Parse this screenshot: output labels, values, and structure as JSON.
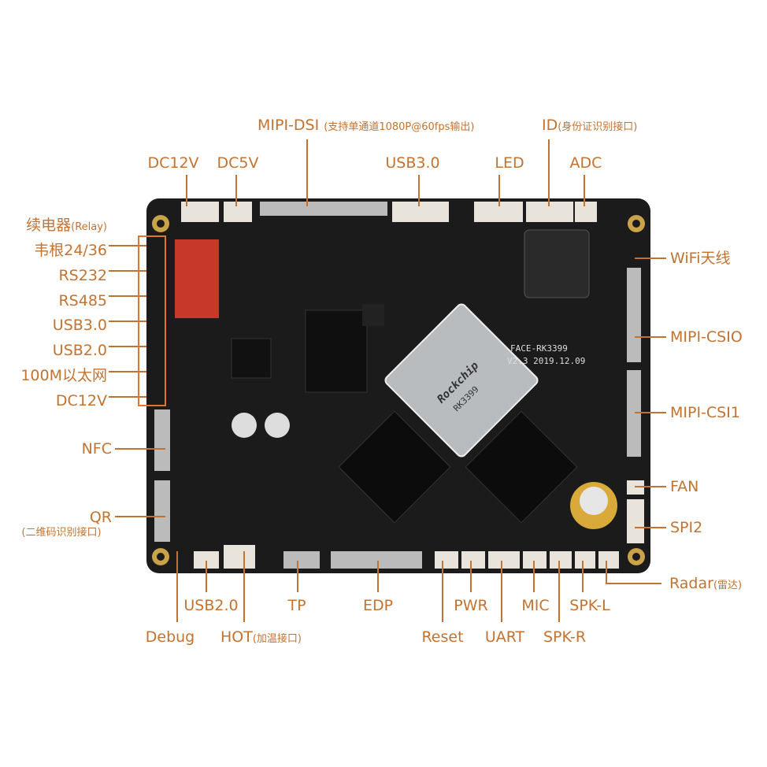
{
  "top_labels": {
    "mipi_dsi": "MIPI-DSI",
    "mipi_dsi_note": "(支持单通道1080P@60fps输出)",
    "id": "ID",
    "id_note": "(身份证识别接口)",
    "dc12v": "DC12V",
    "dc5v": "DC5V",
    "usb30": "USB3.0",
    "led": "LED",
    "adc": "ADC"
  },
  "left_labels": {
    "relay": "续电器",
    "relay_note": "(Relay)",
    "wiegand": "韦根24/36",
    "rs232": "RS232",
    "rs485": "RS485",
    "usb30": "USB3.0",
    "usb20": "USB2.0",
    "ethernet": "100M以太网",
    "dc12v": "DC12V",
    "nfc": "NFC",
    "qr": "QR",
    "qr_note": "(二维码识别接口)"
  },
  "right_labels": {
    "wifi": "WiFi天线",
    "mipi_csi0": "MIPI-CSIO",
    "mipi_csi1": "MIPI-CSI1",
    "fan": "FAN",
    "spi2": "SPI2",
    "radar": "Radar",
    "radar_note": "(雷达)"
  },
  "bottom_labels": {
    "usb20": "USB2.0",
    "tp": "TP",
    "edp": "EDP",
    "pwr": "PWR",
    "mic": "MIC",
    "spk_l": "SPK-L",
    "debug": "Debug",
    "hot": "HOT",
    "hot_note": "(加温接口)",
    "reset": "Reset",
    "uart": "UART",
    "spk_r": "SPK-R"
  },
  "board": {
    "model": "FACE-RK3399",
    "version": "V2.3 2019.12.09",
    "soc_brand": "Rockchip",
    "soc_model": "RK3399"
  },
  "colors": {
    "label": "#c27331",
    "board": "#1b1b1b",
    "connector": "#e8e4dc"
  }
}
